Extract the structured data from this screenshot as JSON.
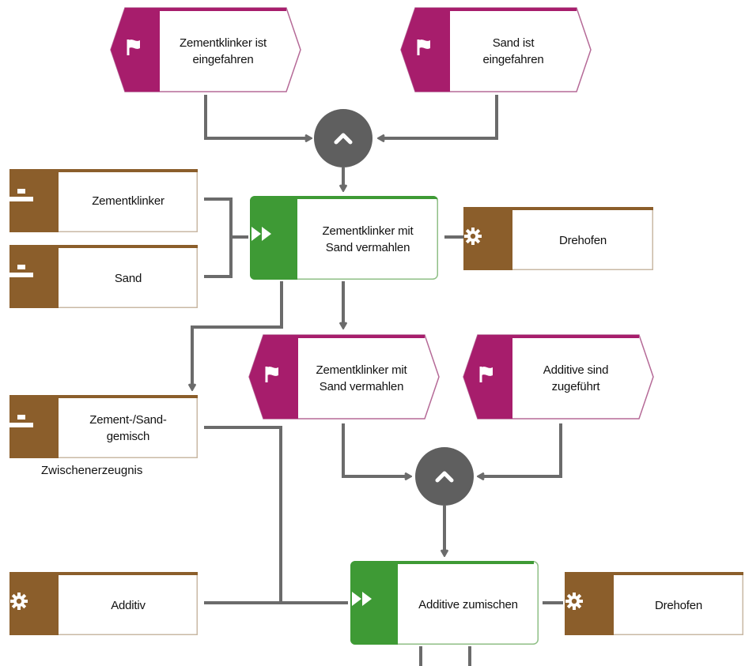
{
  "colors": {
    "event": "#a71d6c",
    "function": "#3e9a35",
    "resource": "#8b5e2b",
    "operator": "#5f5f5f",
    "connector": "#6b6b6b"
  },
  "events": {
    "e1": "Zementklinker ist\neingefahren",
    "e2": "Sand ist\neingefahren",
    "e3": "Zementklinker mit\nSand vermahlen",
    "e4": "Additive sind\nzugeführt"
  },
  "functions": {
    "f1": "Zementklinker mit\nSand vermahlen",
    "f2": "Additive zumischen"
  },
  "materials": {
    "m1": "Zementklinker",
    "m2": "Sand",
    "m3": "Zement-/Sand-\ngemisch",
    "m3_caption": "Zwischenerzeugnis",
    "m4": "Additiv"
  },
  "resources": {
    "r1": "Drehofen",
    "r2": "Drehofen"
  },
  "operators": {
    "op1": "AND",
    "op2": "AND"
  },
  "icons": {
    "event": "flag-icon",
    "function": "fast-forward-icon",
    "material": "product-icon",
    "resource": "gear-icon",
    "operator": "chevron-up-icon"
  }
}
